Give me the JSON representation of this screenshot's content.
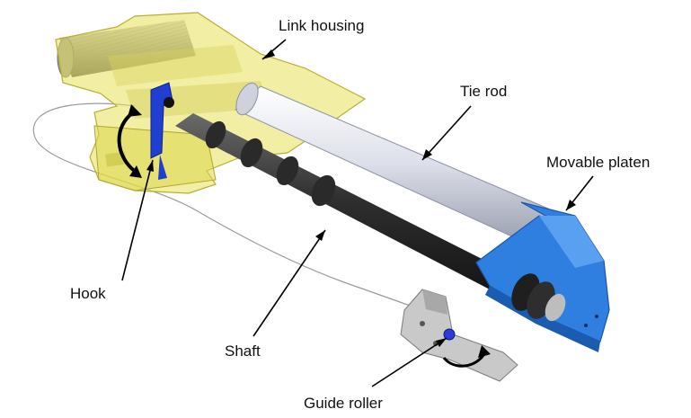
{
  "labels": {
    "link_housing": "Link housing",
    "tie_rod": "Tie rod",
    "movable_platen": "Movable platen",
    "hook": "Hook",
    "shaft": "Shaft",
    "guide_roller": "Guide roller"
  },
  "colors": {
    "housing": "#e8e25a",
    "platen": "#2f7fe0",
    "rod": "#e6e8f0",
    "shaft": "#3a3a3a",
    "hook": "#1e3fd0",
    "roller_bracket": "#c9c9c9"
  }
}
